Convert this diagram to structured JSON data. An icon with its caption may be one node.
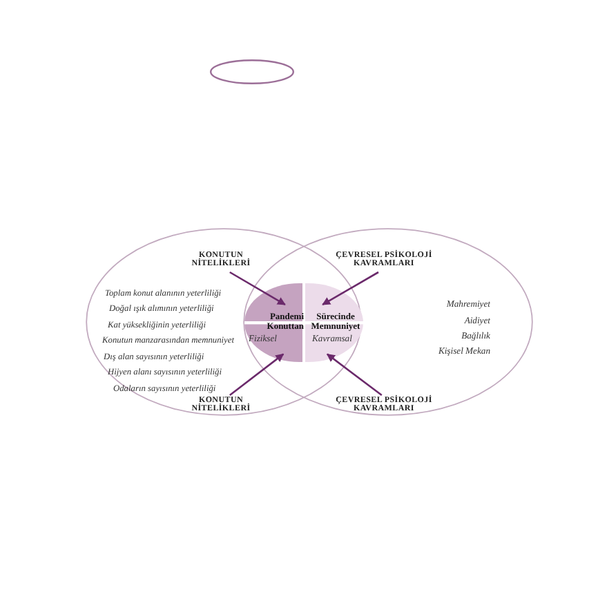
{
  "diagram": {
    "nodes": [
      {
        "text": [],
        "shape": "ellipse"
      },
      {
        "text": [
          "Toplam konut alanının yeterliliği",
          "Doğal ışık alımının yeterliliği",
          "Kat yüksekliğinin yeterliliği",
          "Konutun manzarasından memnuniyet",
          "Dış alan sayısının yeterliliği",
          "Hijyen alanı sayısının yeterliliği",
          "Odaların sayısının yeterliliği"
        ]
      },
      {
        "text": [
          "Mahremiyet",
          "Aidiyet",
          "Bağlılık",
          "Kişisel Mekan"
        ]
      },
      {
        "text": [
          "KONUTUN NİTELİKLERİ"
        ],
        "in": 1
      },
      {
        "text": [
          "KONUTUN NİTELİKLERİ"
        ],
        "in": 1
      },
      {
        "text": [
          "ÇEVRESEL PSİKOLOJİ KAVRAMLARI"
        ],
        "in": 2
      },
      {
        "text": [
          "ÇEVRESEL PSİKOLOJİ KAVRAMLARI"
        ],
        "in": 2
      },
      {
        "text": [
          "Pandemi Konuttan",
          "Fiziksel"
        ]
      },
      {
        "text": [
          "Sürecinde Memnuniyet",
          "Kavramsal"
        ]
      }
    ],
    "edges": [
      {
        "from": 3,
        "to": 7,
        "arrow": "to"
      },
      {
        "from": 4,
        "to": 7,
        "arrow": "to"
      },
      {
        "from": 5,
        "to": 8,
        "arrow": "to"
      },
      {
        "from": 6,
        "to": 8,
        "arrow": "to"
      }
    ]
  }
}
